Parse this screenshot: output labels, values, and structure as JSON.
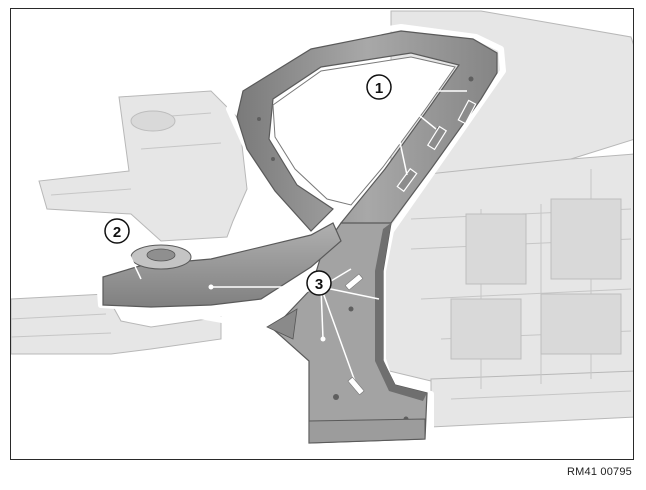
{
  "figure": {
    "reference_code": "RM41 00795",
    "callouts": [
      {
        "id": "callout-1",
        "label": "1"
      },
      {
        "id": "callout-2",
        "label": "2"
      },
      {
        "id": "callout-3",
        "label": "3"
      }
    ]
  },
  "colors": {
    "frame": "#2a2a2a",
    "ghost_body": "#e6e6e6",
    "ghost_edge": "#b8b8b8",
    "highlight_part": "#9a9a9a",
    "highlight_dark": "#6f6f6f",
    "outline": "#ffffff",
    "callout_fill": "#ffffff",
    "callout_stroke": "#111111"
  }
}
